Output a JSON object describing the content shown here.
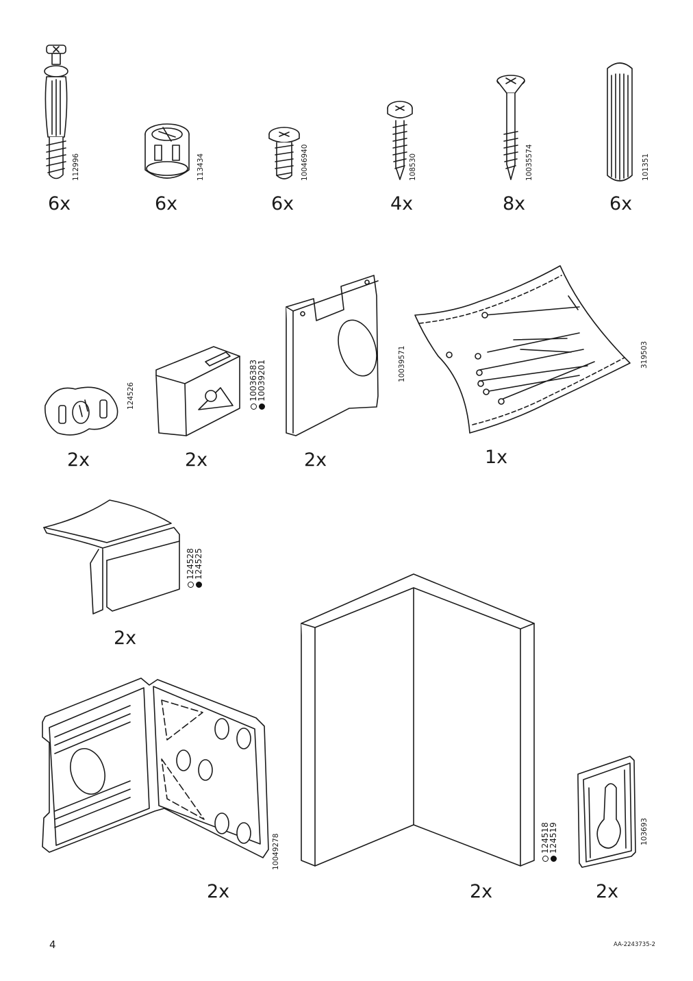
{
  "page": {
    "number": "4",
    "doc_code": "AA-2243735-2"
  },
  "parts": [
    {
      "qty": "6x",
      "part_no": "112996",
      "icon": "cam-bolt-icon"
    },
    {
      "qty": "6x",
      "part_no": "113434",
      "icon": "cam-lock-icon"
    },
    {
      "qty": "6x",
      "part_no": "10046940",
      "icon": "short-screw-icon"
    },
    {
      "qty": "4x",
      "part_no": "108530",
      "icon": "wood-screw-icon"
    },
    {
      "qty": "8x",
      "part_no": "10035574",
      "icon": "long-screw-icon"
    },
    {
      "qty": "6x",
      "part_no": "101351",
      "icon": "wooden-dowel-icon"
    },
    {
      "qty": "2x",
      "part_no": "124526",
      "icon": "clip-icon"
    },
    {
      "qty": "2x",
      "part_no_white": "10036383",
      "part_no_black": "10039201",
      "icon": "connector-block-icon"
    },
    {
      "qty": "2x",
      "part_no": "10039571",
      "icon": "mounting-plate-icon"
    },
    {
      "qty": "1x",
      "part_no": "319503",
      "icon": "nail-bag-icon"
    },
    {
      "qty": "2x",
      "part_no_white": "124528",
      "part_no_black": "124525",
      "icon": "shelf-clip-icon"
    },
    {
      "qty": "2x",
      "part_no": "10049278",
      "icon": "corner-bracket-icon"
    },
    {
      "qty": "2x",
      "part_no_white": "124518",
      "part_no_black": "124519",
      "icon": "corner-panel-icon"
    },
    {
      "qty": "2x",
      "part_no": "103693",
      "icon": "keyhole-hanger-icon"
    }
  ],
  "colors": {
    "line": "#1a1a1a",
    "fill": "#ffffff"
  }
}
